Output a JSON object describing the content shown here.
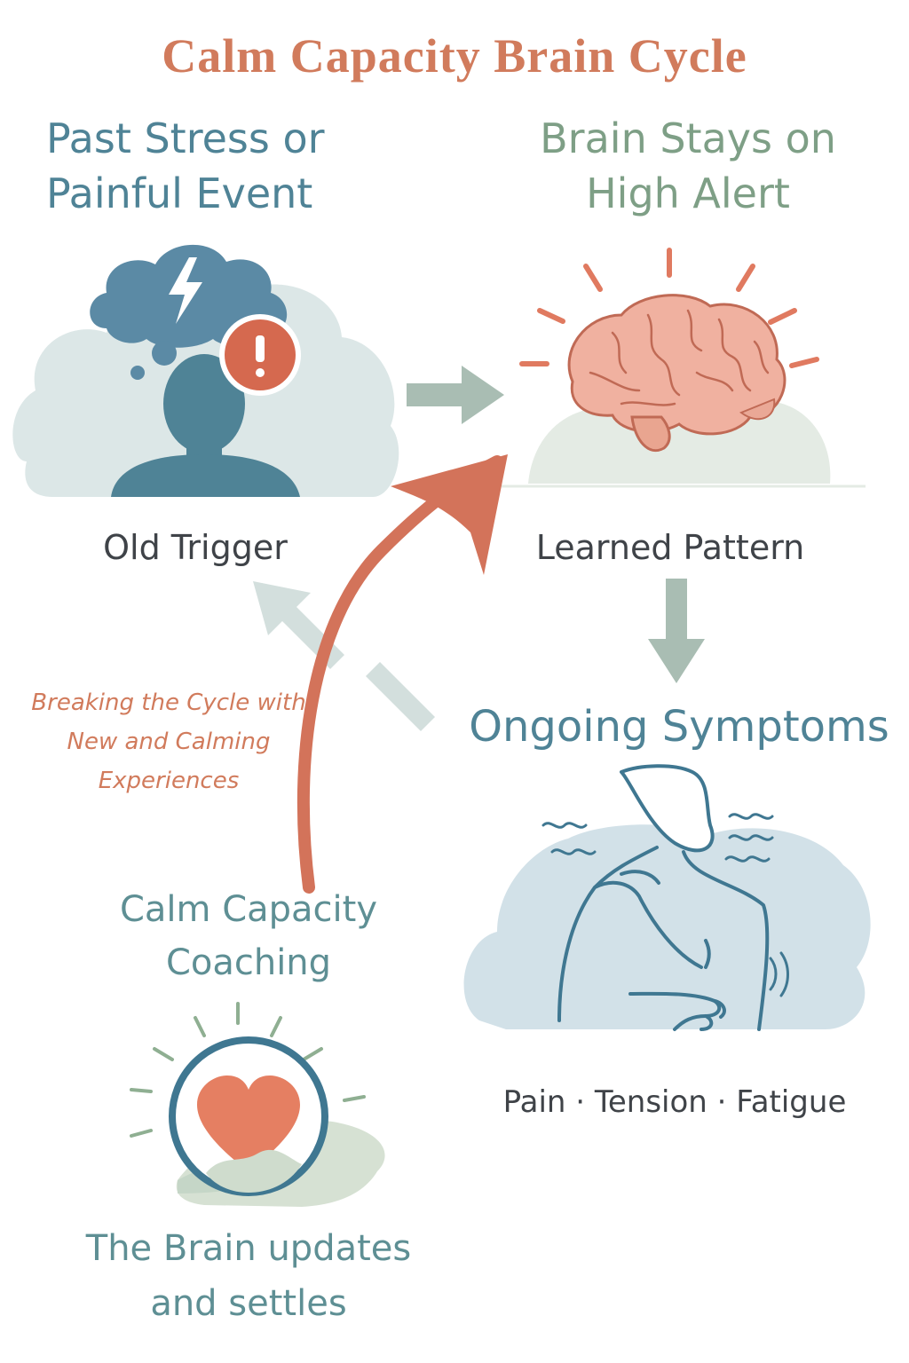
{
  "title": "Calm Capacity Brain Cycle",
  "stages": {
    "past_stress": "Past Stress or Painful Event",
    "high_alert": "Brain Stays on High Alert",
    "symptoms": "Ongoing Symptoms"
  },
  "labels": {
    "old_trigger": "Old Trigger",
    "learned_pattern": "Learned Pattern",
    "symptom_list": "Pain · Tension · Fatigue",
    "breaking_cycle": "Breaking the Cycle with New and Calming Experiences",
    "coaching": "Calm Capacity Coaching",
    "brain_updates": "The Brain updates and settles"
  },
  "colors": {
    "accent": "#d17b5c",
    "teal": "#4f8396",
    "sage": "#7e9f86",
    "arrow_gray": "#a9bdb3"
  },
  "icons": [
    "thought-cloud-icon",
    "lightning-icon",
    "alert-icon",
    "person-silhouette-icon",
    "brain-icon",
    "person-pain-icon",
    "heart-circle-icon"
  ]
}
